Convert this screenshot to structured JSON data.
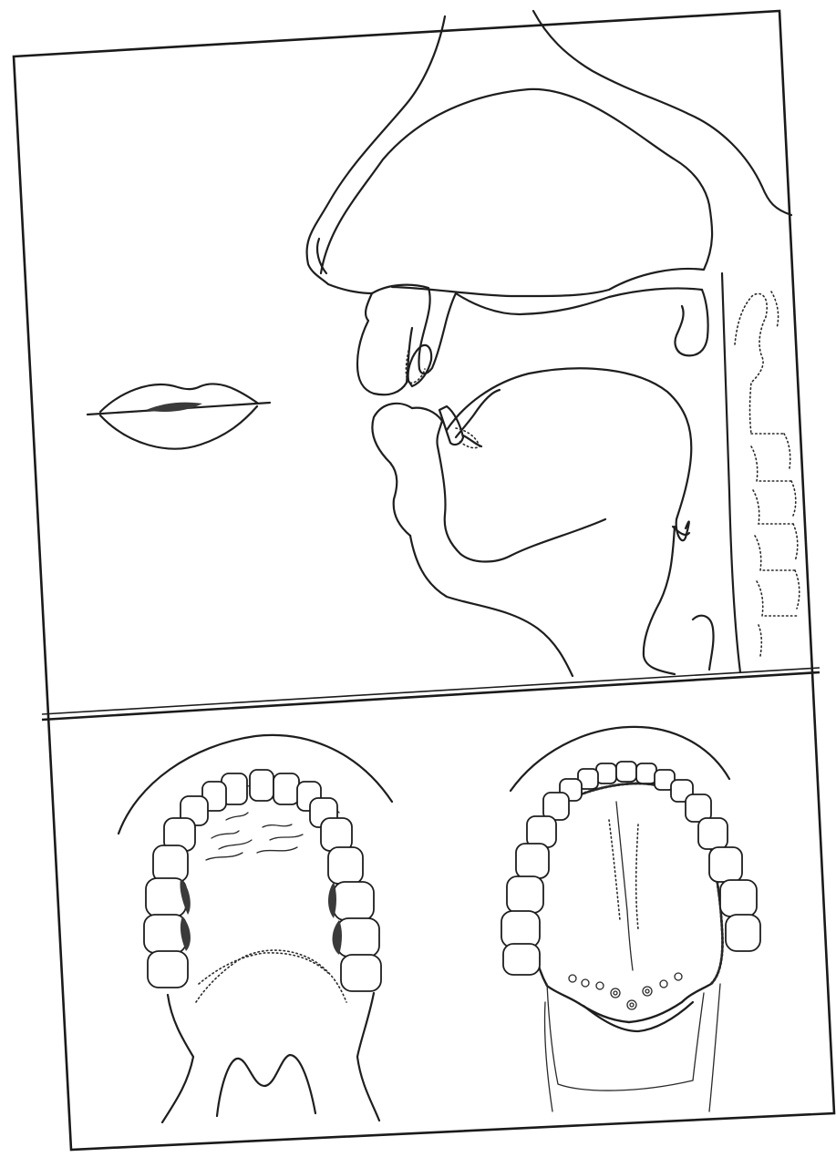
{
  "figure": {
    "panels": [
      {
        "id": "sagittal-section",
        "region": "upper"
      },
      {
        "id": "palate-contact-views",
        "region": "lower"
      }
    ],
    "ink_color": "#1e1e1e",
    "paper_color": "#ffffff"
  }
}
